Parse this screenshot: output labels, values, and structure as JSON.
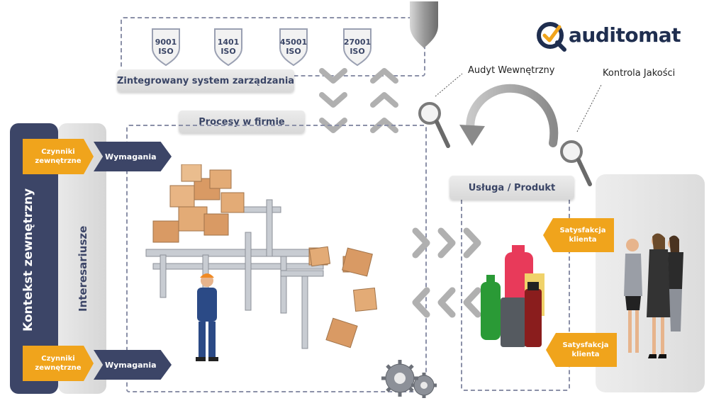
{
  "logo": {
    "text": "auditomat",
    "accent": "#f0a41c",
    "primary": "#1f2e4f"
  },
  "iso_badges": [
    {
      "number": "9001",
      "label": "ISO"
    },
    {
      "number": "1401",
      "label": "ISO"
    },
    {
      "number": "45001",
      "label": "ISO"
    },
    {
      "number": "27001",
      "label": "ISO"
    }
  ],
  "labels": {
    "integrated_system": "Zintegrowany system zarządzania",
    "processes": "Procesy w firmie",
    "service_product": "Usługa / Produkt",
    "internal_audit": "Audyt Wewnętrzny",
    "quality_control": "Kontrola Jakości",
    "external_context": "Kontekst zewnętrzny",
    "stakeholders": "Interesariusze"
  },
  "left_flow": [
    {
      "factor": "Czynniki zewnętrzne",
      "requirement": "Wymagania"
    },
    {
      "factor": "Czynniki zewnętrzne",
      "requirement": "Wymagania"
    }
  ],
  "satisfaction": [
    {
      "label": "Satysfakcja klienta"
    },
    {
      "label": "Satysfakcja klienta"
    }
  ],
  "colors": {
    "navy": "#3c4567",
    "orange": "#f0a41c",
    "grey_panel": "#e6e6e6"
  }
}
